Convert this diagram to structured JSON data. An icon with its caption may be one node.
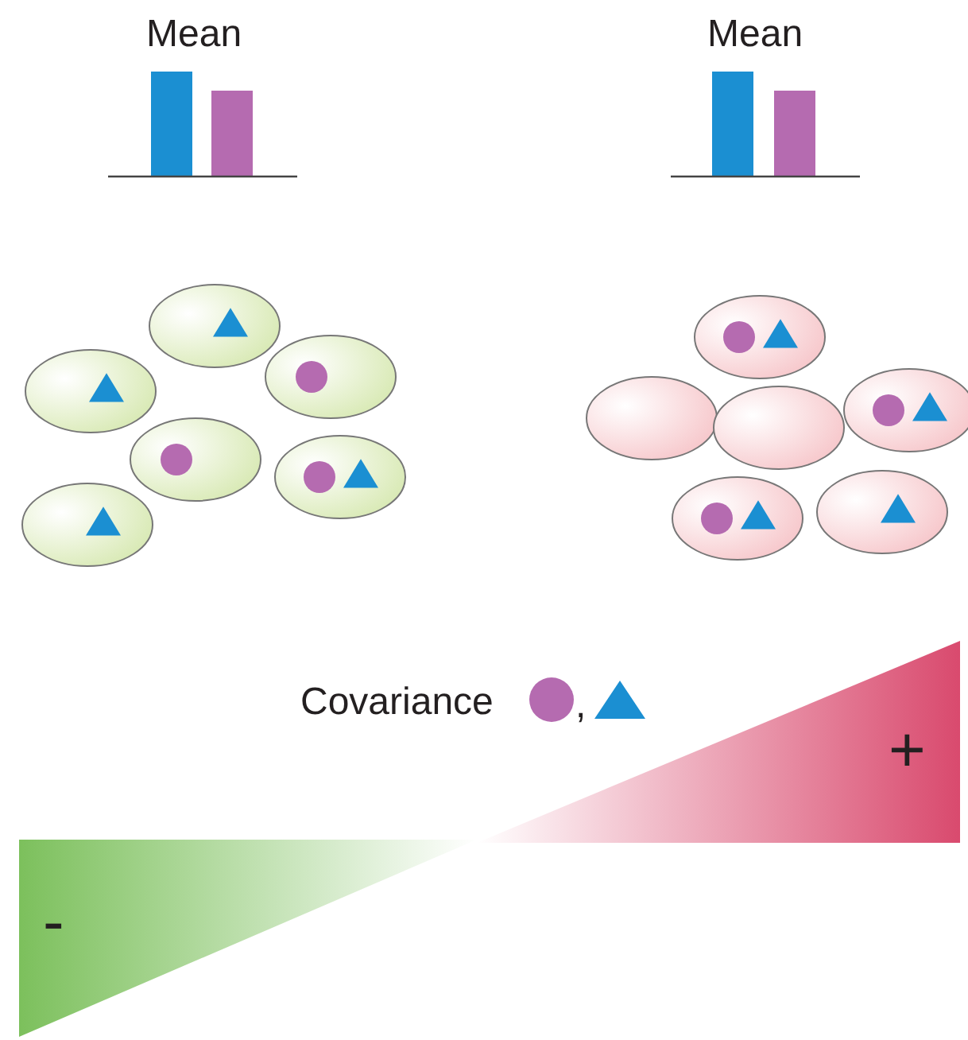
{
  "diagram": {
    "labels": [
      "Mean",
      "Mean",
      "Covariance",
      ",",
      "+",
      "-"
    ]
  }
}
